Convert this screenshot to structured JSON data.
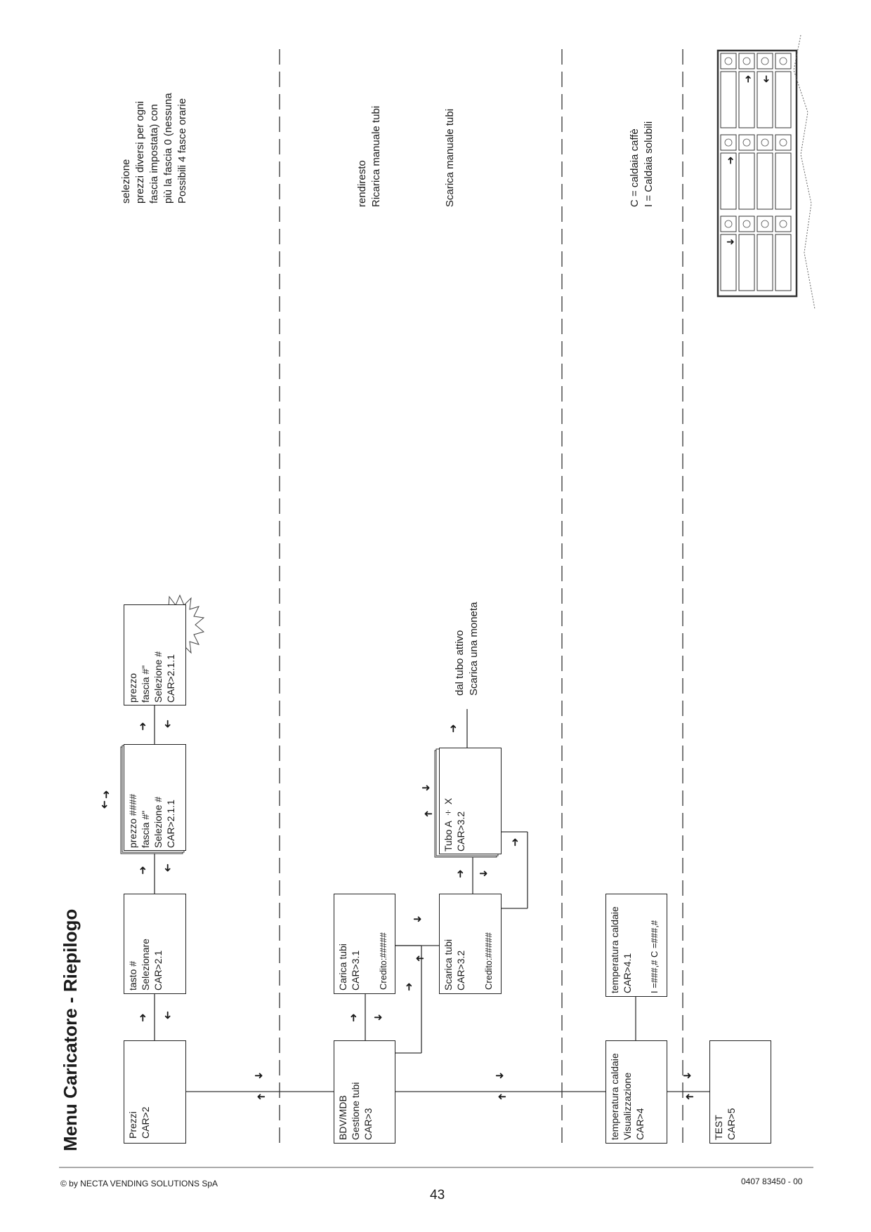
{
  "title": "Menu  Caricatore - Riepilogo",
  "boxes": {
    "car2": [
      "CAR>2",
      "Prezzi"
    ],
    "car21": [
      "CAR>2.1",
      "Selezionare",
      "tasto    #"
    ],
    "car211a": [
      "CAR>2.1.1",
      "Selezione    #",
      "fascia #\"",
      "prezzo    ####"
    ],
    "car211b": [
      "CAR>2.1.1",
      "Selezione    #",
      "fascia #\"",
      "prezzo"
    ],
    "car3": [
      "CAR>3",
      "Gestione tubi",
      "BDV/MDB"
    ],
    "car31": [
      "CAR>3.1",
      "Carica tubi"
    ],
    "car31_credit": "Credito:#####",
    "car32": [
      "CAR>3.2",
      "Scarica  tubi"
    ],
    "car32_credit": "Credito:#####",
    "car32b": [
      "CAR>3.2",
      "Tubo A ÷ X"
    ],
    "car4": [
      "CAR>4",
      "Visualizzazione",
      "temperatura caldaie"
    ],
    "car41": [
      "CAR>4.1",
      "temperatura caldaie"
    ],
    "car41_values": "I =###,#      C =###,#",
    "car5": [
      "CAR>5",
      "TEST"
    ],
    "flash_value": "####"
  },
  "notes": {
    "fasce": [
      "Possibili 4 fasce orarie",
      "più la fascia 0 (nessuna",
      "fascia impostata) con",
      "prezzi diversi per ogni",
      "selezione"
    ],
    "ricarica": [
      "Ricarica manuale tubi",
      "rendiresto"
    ],
    "scarica": [
      "Scarica manuale tubi"
    ],
    "moneta": [
      "Scarica una moneta",
      "dal tubo attivo"
    ],
    "caldaie": [
      "I  = Caldaia solubili",
      "C = caldaia caffè"
    ]
  },
  "footer": {
    "copyright": "© by NECTA VENDING SOLUTIONS SpA",
    "page": "43",
    "code": "0407 83450 - 00"
  },
  "icons": {
    "arrow_right": "arrow-right-icon",
    "arrow_left": "arrow-left-icon",
    "arrow_up": "arrow-up-icon",
    "arrow_down": "arrow-down-icon"
  }
}
